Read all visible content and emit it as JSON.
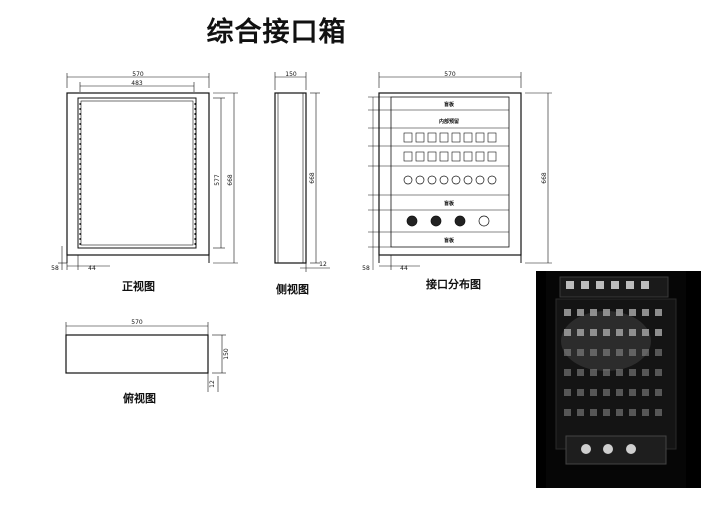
{
  "title": "综合接口箱",
  "views": {
    "front": {
      "caption": "正视图",
      "dims": {
        "width_outer": "570",
        "width_inner": "483",
        "height_inner": "577",
        "height_outer": "668",
        "bottom": "58",
        "side": "44"
      }
    },
    "side": {
      "caption": "侧视图",
      "dims": {
        "depth": "150",
        "height": "668",
        "bottom": "12"
      }
    },
    "distribution": {
      "caption": "接口分布图",
      "dims": {
        "width": "570",
        "height": "668",
        "bottom": "58",
        "side": "44"
      },
      "panels": [
        "盲板",
        "内部预留",
        "盲板",
        "盲板"
      ]
    },
    "top": {
      "caption": "俯视图",
      "dims": {
        "width": "570",
        "depth": "150",
        "bottom": "12"
      }
    }
  },
  "photo": {
    "description_icon": "cabinet-photo"
  }
}
